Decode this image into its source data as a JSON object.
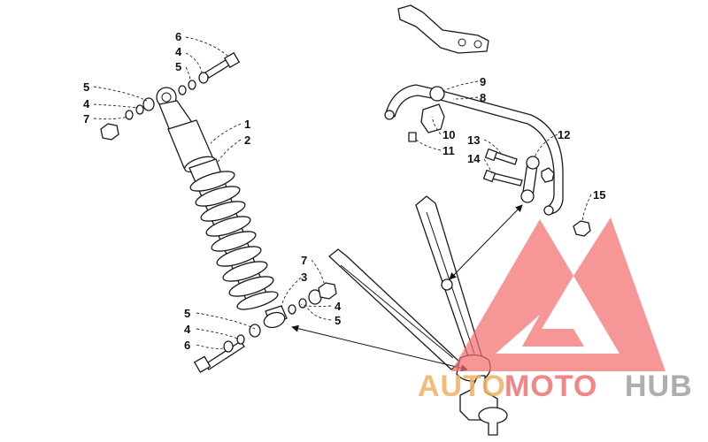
{
  "callouts": [
    {
      "id": "c6a",
      "text": "6"
    },
    {
      "id": "c4a",
      "text": "4"
    },
    {
      "id": "c5a",
      "text": "5"
    },
    {
      "id": "c5b",
      "text": "5"
    },
    {
      "id": "c4b",
      "text": "4"
    },
    {
      "id": "c7a",
      "text": "7"
    },
    {
      "id": "c1",
      "text": "1"
    },
    {
      "id": "c2",
      "text": "2"
    },
    {
      "id": "c9",
      "text": "9"
    },
    {
      "id": "c8",
      "text": "8"
    },
    {
      "id": "c10",
      "text": "10"
    },
    {
      "id": "c11",
      "text": "11"
    },
    {
      "id": "c13",
      "text": "13"
    },
    {
      "id": "c12",
      "text": "12"
    },
    {
      "id": "c14",
      "text": "14"
    },
    {
      "id": "c15",
      "text": "15"
    },
    {
      "id": "c7b",
      "text": "7"
    },
    {
      "id": "c3",
      "text": "3"
    },
    {
      "id": "c4c",
      "text": "4"
    },
    {
      "id": "c5c",
      "text": "5"
    },
    {
      "id": "c5d",
      "text": "5"
    },
    {
      "id": "c4d",
      "text": "4"
    },
    {
      "id": "c6b",
      "text": "6"
    }
  ],
  "watermark": {
    "part1": "AUTO",
    "part2": "MOTO",
    "part3": "HUB",
    "color1": "#f0b060",
    "color2": "#f07070",
    "color3": "#a0a0a0",
    "logo_color": "#f26d6d"
  },
  "colors": {
    "line": "#1a1a1a",
    "background": "#ffffff"
  }
}
